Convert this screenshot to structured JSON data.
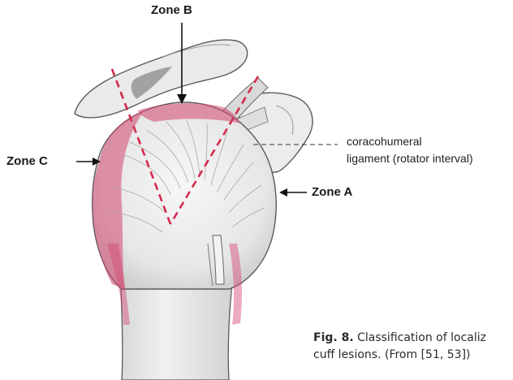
{
  "labels": {
    "zone_b": "Zone B",
    "zone_c": "Zone C",
    "zone_a": "Zone A",
    "ligament_line1": "coracohumeral",
    "ligament_line2": "ligament (rotator interval)"
  },
  "caption": {
    "fig_num": "Fig. 8.",
    "line1_rest": " Classification of localiz",
    "line2": "cuff lesions. (From [51, 53])"
  },
  "colors": {
    "lesion": "#d4456e",
    "dashed_line": "#d42a4c",
    "sketch": "#555555",
    "bone_fill": "#ededed"
  }
}
